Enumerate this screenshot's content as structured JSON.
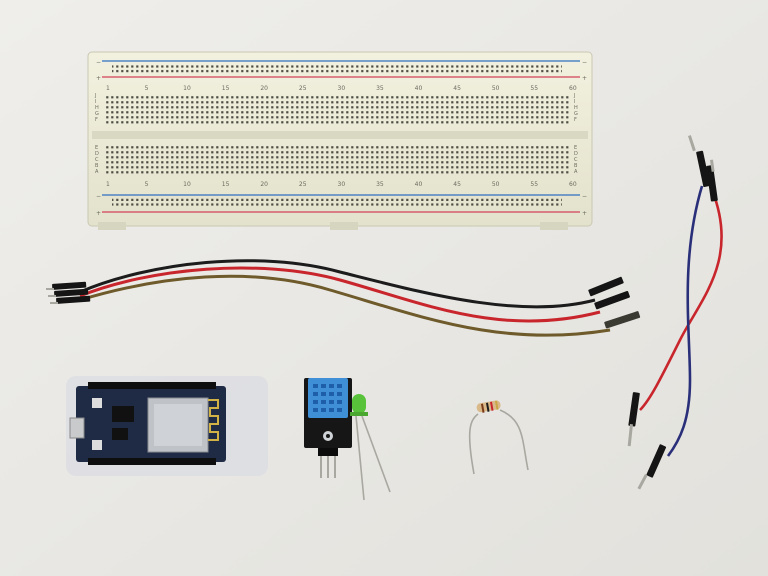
{
  "photo": {
    "subject": "Electronics kit laid out on a table",
    "colors": {
      "table": "#e9e8e4",
      "breadboard": "#ecebd8",
      "rail_red": "#d2425a",
      "rail_blue": "#2f6fc0",
      "wire_red": "#c8262c",
      "wire_black": "#1c1c1c",
      "wire_brown": "#6e5a2a",
      "wire_blue": "#2a2f7a",
      "pcb_dark": "#1f2a44",
      "dht_blue": "#3f8fd6",
      "led_green": "#58c23a"
    }
  },
  "breadboard": {
    "rail_plus": "+",
    "rail_minus": "−",
    "numbers": [
      "1",
      "5",
      "10",
      "15",
      "20",
      "25",
      "30",
      "35",
      "40",
      "45",
      "50",
      "55",
      "60"
    ],
    "rows_top": [
      "J",
      "I",
      "H",
      "G",
      "F"
    ],
    "rows_bottom": [
      "E",
      "D",
      "C",
      "B",
      "A"
    ]
  },
  "components": [
    {
      "name": "breadboard"
    },
    {
      "name": "jumper-wires-three"
    },
    {
      "name": "nodemcu-esp8266"
    },
    {
      "name": "dht11-sensor-module"
    },
    {
      "name": "green-led"
    },
    {
      "name": "resistor"
    },
    {
      "name": "jumper-wires-two"
    }
  ]
}
